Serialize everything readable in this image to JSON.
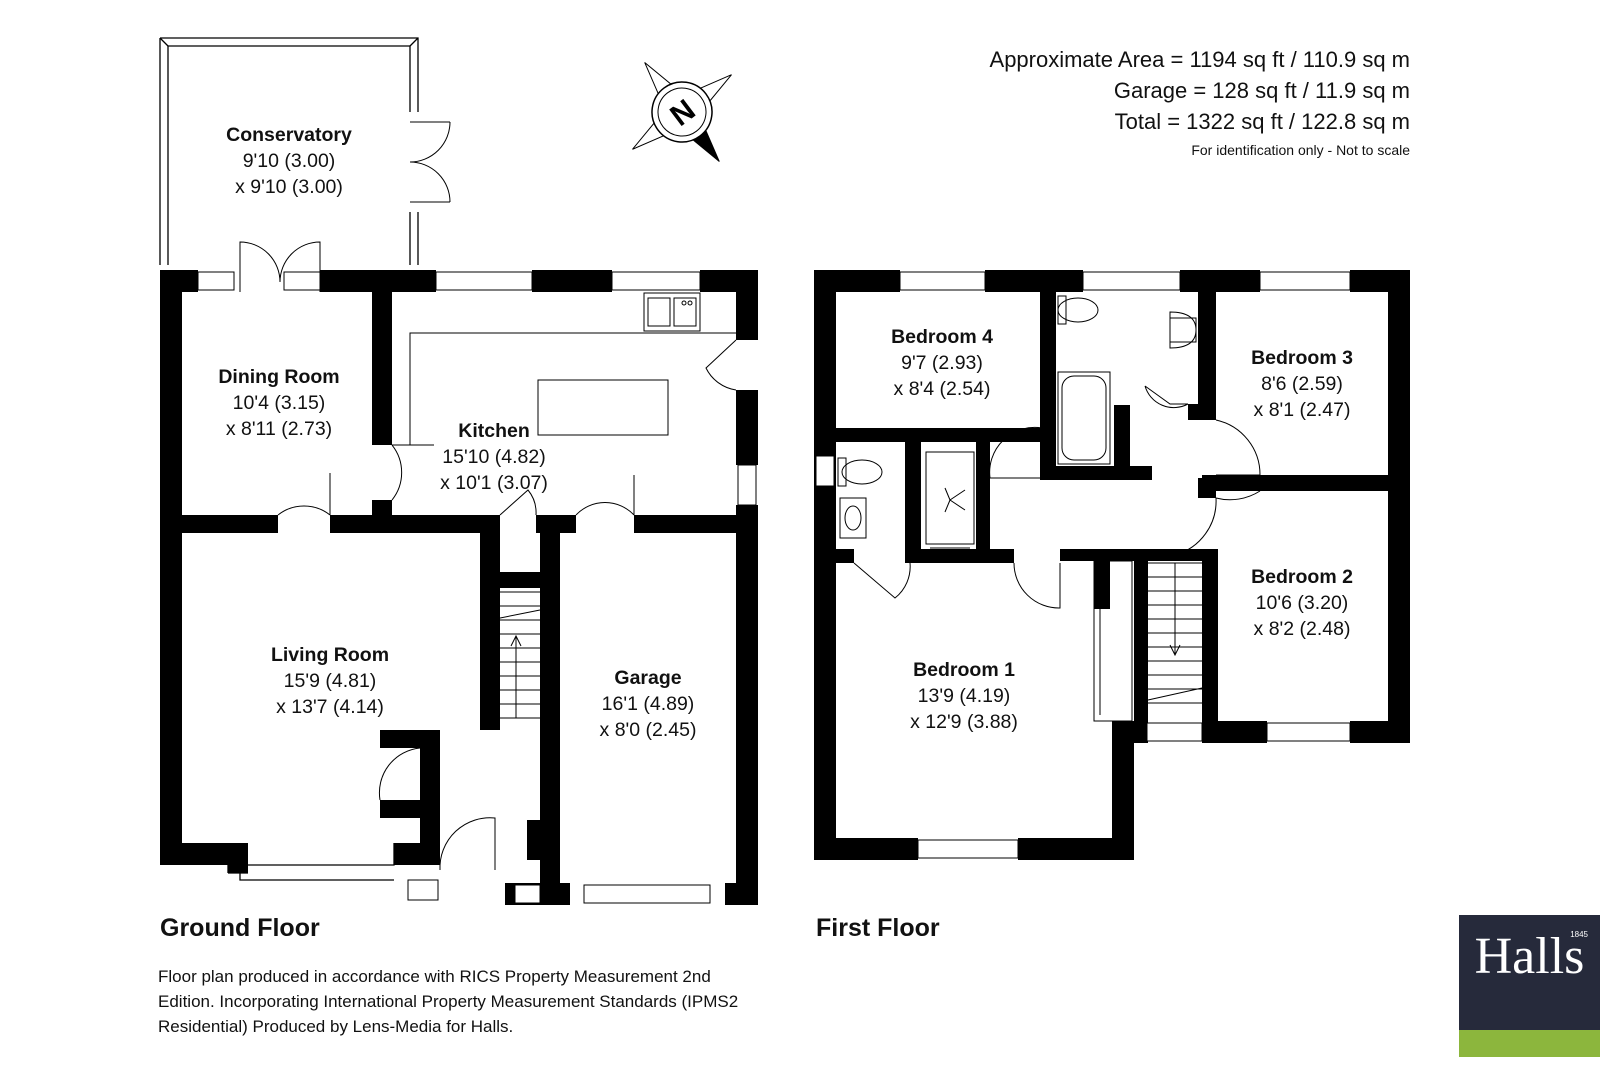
{
  "area_summary": {
    "line1": "Approximate Area = 1194 sq ft / 110.9 sq m",
    "line2": "Garage = 128 sq ft / 11.9 sq m",
    "line3": "Total = 1322 sq ft / 122.8 sq m",
    "note": "For identification only - Not to scale"
  },
  "compass": {
    "letter": "N"
  },
  "floors": {
    "ground": "Ground Floor",
    "first": "First Floor"
  },
  "rooms": {
    "conservatory": {
      "name": "Conservatory",
      "dim1": "9'10 (3.00)",
      "dim2": "x 9'10 (3.00)"
    },
    "dining": {
      "name": "Dining Room",
      "dim1": "10'4 (3.15)",
      "dim2": "x 8'11 (2.73)"
    },
    "kitchen": {
      "name": "Kitchen",
      "dim1": "15'10 (4.82)",
      "dim2": "x 10'1 (3.07)"
    },
    "living": {
      "name": "Living Room",
      "dim1": "15'9 (4.81)",
      "dim2": "x 13'7 (4.14)"
    },
    "garage": {
      "name": "Garage",
      "dim1": "16'1 (4.89)",
      "dim2": "x 8'0 (2.45)"
    },
    "bedroom4": {
      "name": "Bedroom 4",
      "dim1": "9'7 (2.93)",
      "dim2": "x 8'4 (2.54)"
    },
    "bedroom3": {
      "name": "Bedroom 3",
      "dim1": "8'6 (2.59)",
      "dim2": "x 8'1 (2.47)"
    },
    "bedroom2": {
      "name": "Bedroom 2",
      "dim1": "10'6 (3.20)",
      "dim2": "x 8'2 (2.48)"
    },
    "bedroom1": {
      "name": "Bedroom 1",
      "dim1": "13'9 (4.19)",
      "dim2": "x 12'9 (3.88)"
    }
  },
  "footnote": {
    "line1": "Floor plan produced in accordance with RICS Property Measurement 2nd",
    "line2": "Edition. Incorporating International Property Measurement Standards (IPMS2",
    "line3": "Residential) Produced by Lens-Media for Halls."
  },
  "logo": {
    "word": "Halls",
    "year": "1845",
    "colors": {
      "background": "#262a3b",
      "bar": "#8cb63d"
    }
  }
}
